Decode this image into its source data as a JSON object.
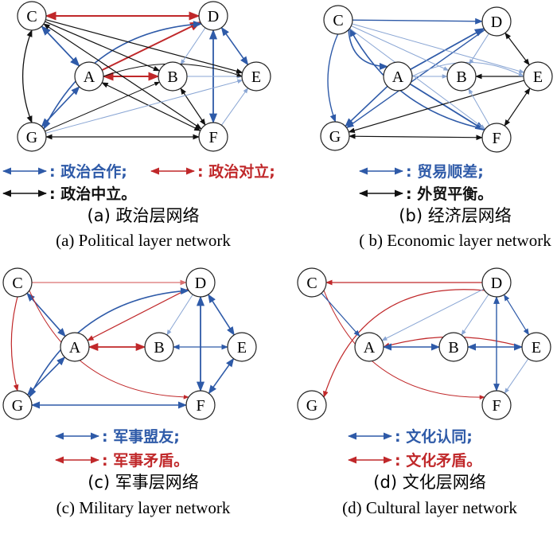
{
  "colors": {
    "blue": "#2e5aa8",
    "red": "#c0282a",
    "black": "#111111",
    "blue_light": "#8aa6d4",
    "red_light": "#d97070"
  },
  "panels": [
    {
      "id": "a",
      "nodes": [
        {
          "id": "C",
          "label": "C"
        },
        {
          "id": "D",
          "label": "D"
        },
        {
          "id": "A",
          "label": "A"
        },
        {
          "id": "B",
          "label": "B"
        },
        {
          "id": "E",
          "label": "E"
        },
        {
          "id": "G",
          "label": "G"
        },
        {
          "id": "F",
          "label": "F"
        }
      ],
      "legend": [
        {
          "label": ": 政治合作;",
          "color": "#2e5aa8"
        },
        {
          "label": ": 政治对立;",
          "color": "#c0282a"
        },
        {
          "label": ": 政治中立。",
          "color": "#111111"
        }
      ],
      "caption_cn": "(a) 政治层网络",
      "caption_en": "(a) Political layer network"
    },
    {
      "id": "b",
      "nodes": [
        {
          "id": "C",
          "label": "C"
        },
        {
          "id": "D",
          "label": "D"
        },
        {
          "id": "A",
          "label": "A"
        },
        {
          "id": "B",
          "label": "B"
        },
        {
          "id": "E",
          "label": "E"
        },
        {
          "id": "G",
          "label": "G"
        },
        {
          "id": "F",
          "label": "F"
        }
      ],
      "legend": [
        {
          "label": ": 贸易顺差;",
          "color": "#2e5aa8"
        },
        {
          "label": ": 外贸平衡。",
          "color": "#111111"
        }
      ],
      "caption_cn": "(b) 经济层网络",
      "caption_en": "( b) Economic layer network"
    },
    {
      "id": "c",
      "nodes": [
        {
          "id": "C",
          "label": "C"
        },
        {
          "id": "D",
          "label": "D"
        },
        {
          "id": "A",
          "label": "A"
        },
        {
          "id": "B",
          "label": "B"
        },
        {
          "id": "E",
          "label": "E"
        },
        {
          "id": "G",
          "label": "G"
        },
        {
          "id": "F",
          "label": "F"
        }
      ],
      "legend": [
        {
          "label": ": 军事盟友;",
          "color": "#2e5aa8"
        },
        {
          "label": ": 军事矛盾。",
          "color": "#c0282a"
        }
      ],
      "caption_cn": "(c) 军事层网络",
      "caption_en": "(c) Military layer network"
    },
    {
      "id": "d",
      "nodes": [
        {
          "id": "C",
          "label": "C"
        },
        {
          "id": "D",
          "label": "D"
        },
        {
          "id": "A",
          "label": "A"
        },
        {
          "id": "B",
          "label": "B"
        },
        {
          "id": "E",
          "label": "E"
        },
        {
          "id": "G",
          "label": "G"
        },
        {
          "id": "F",
          "label": "F"
        }
      ],
      "legend": [
        {
          "label": ": 文化认同;",
          "color": "#2e5aa8"
        },
        {
          "label": ": 文化矛盾。",
          "color": "#c0282a"
        }
      ],
      "caption_cn": "(d) 文化层网络",
      "caption_en": "(d) Cultural layer network"
    }
  ]
}
